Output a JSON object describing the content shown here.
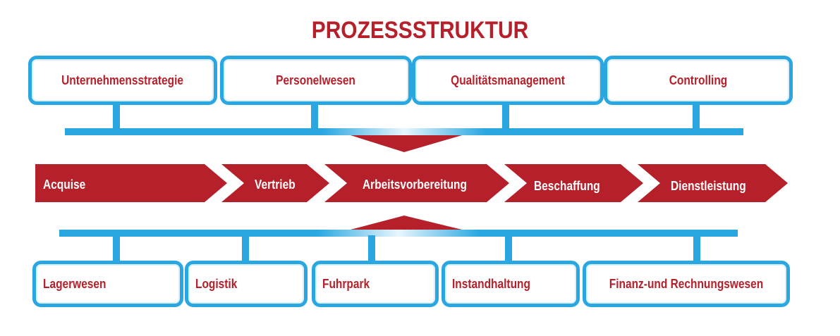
{
  "title": "PROZESSSTRUKTUR",
  "colors": {
    "red": "#b5202a",
    "blue": "#2aa7e1"
  },
  "top_boxes": [
    {
      "label": "Unternehmensstrategie"
    },
    {
      "label": "Personelwesen"
    },
    {
      "label": "Qualitätsmanagement"
    },
    {
      "label": "Controlling"
    }
  ],
  "process_steps": [
    {
      "label": "Acquise"
    },
    {
      "label": "Vertrieb"
    },
    {
      "label": "Arbeitsvorbereitung"
    },
    {
      "label": "Beschaffung"
    },
    {
      "label": "Dienstleistung"
    }
  ],
  "bottom_boxes": [
    {
      "label": "Lagerwesen"
    },
    {
      "label": "Logistik"
    },
    {
      "label": "Fuhrpark"
    },
    {
      "label": "Instandhaltung"
    },
    {
      "label": "Finanz-und Rechnungswesen"
    }
  ]
}
